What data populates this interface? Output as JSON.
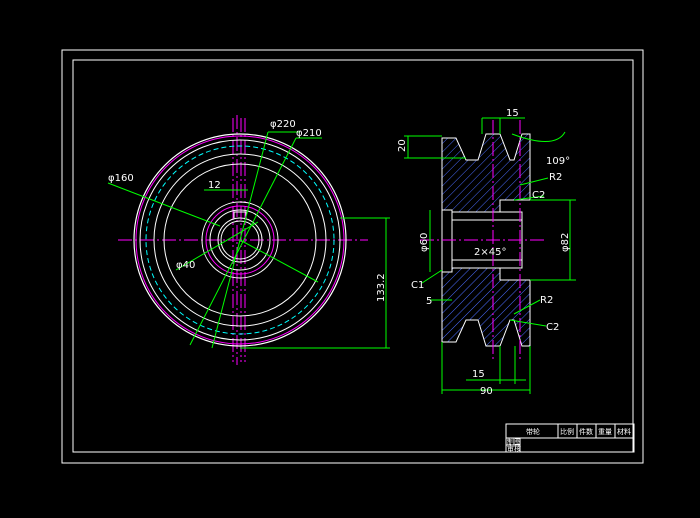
{
  "colors": {
    "background": "#000000",
    "frame": "#ffffff",
    "outline": "#ffffff",
    "dimension": "#00ff00",
    "center_line": "#ff00ff",
    "hidden_line": "#00ffff",
    "hatch": "#4a6cff",
    "text": "#ffffff"
  },
  "front_view": {
    "dim_d220": "φ220",
    "dim_d210": "φ210",
    "dim_d160": "φ160",
    "dim_d40": "φ40",
    "dim_12": "12",
    "dim_133_2": "133.2"
  },
  "section_view": {
    "dim_15_top": "15",
    "dim_20": "20",
    "dim_109deg": "109°",
    "dim_r2_top": "R2",
    "dim_c2_top": "C2",
    "dim_d60": "φ60",
    "dim_2x45": "2×45°",
    "dim_d82": "φ82",
    "dim_c1": "C1",
    "dim_5": "5",
    "dim_r2_bottom": "R2",
    "dim_c2_bottom": "C2",
    "dim_15_bottom": "15",
    "dim_90": "90"
  },
  "title_block": {
    "name": "带轮",
    "cell_1": "比例",
    "cell_2": "件数",
    "cell_3": "重量",
    "cell_4": "材料",
    "row_1": "制图",
    "row_2": "审核"
  }
}
